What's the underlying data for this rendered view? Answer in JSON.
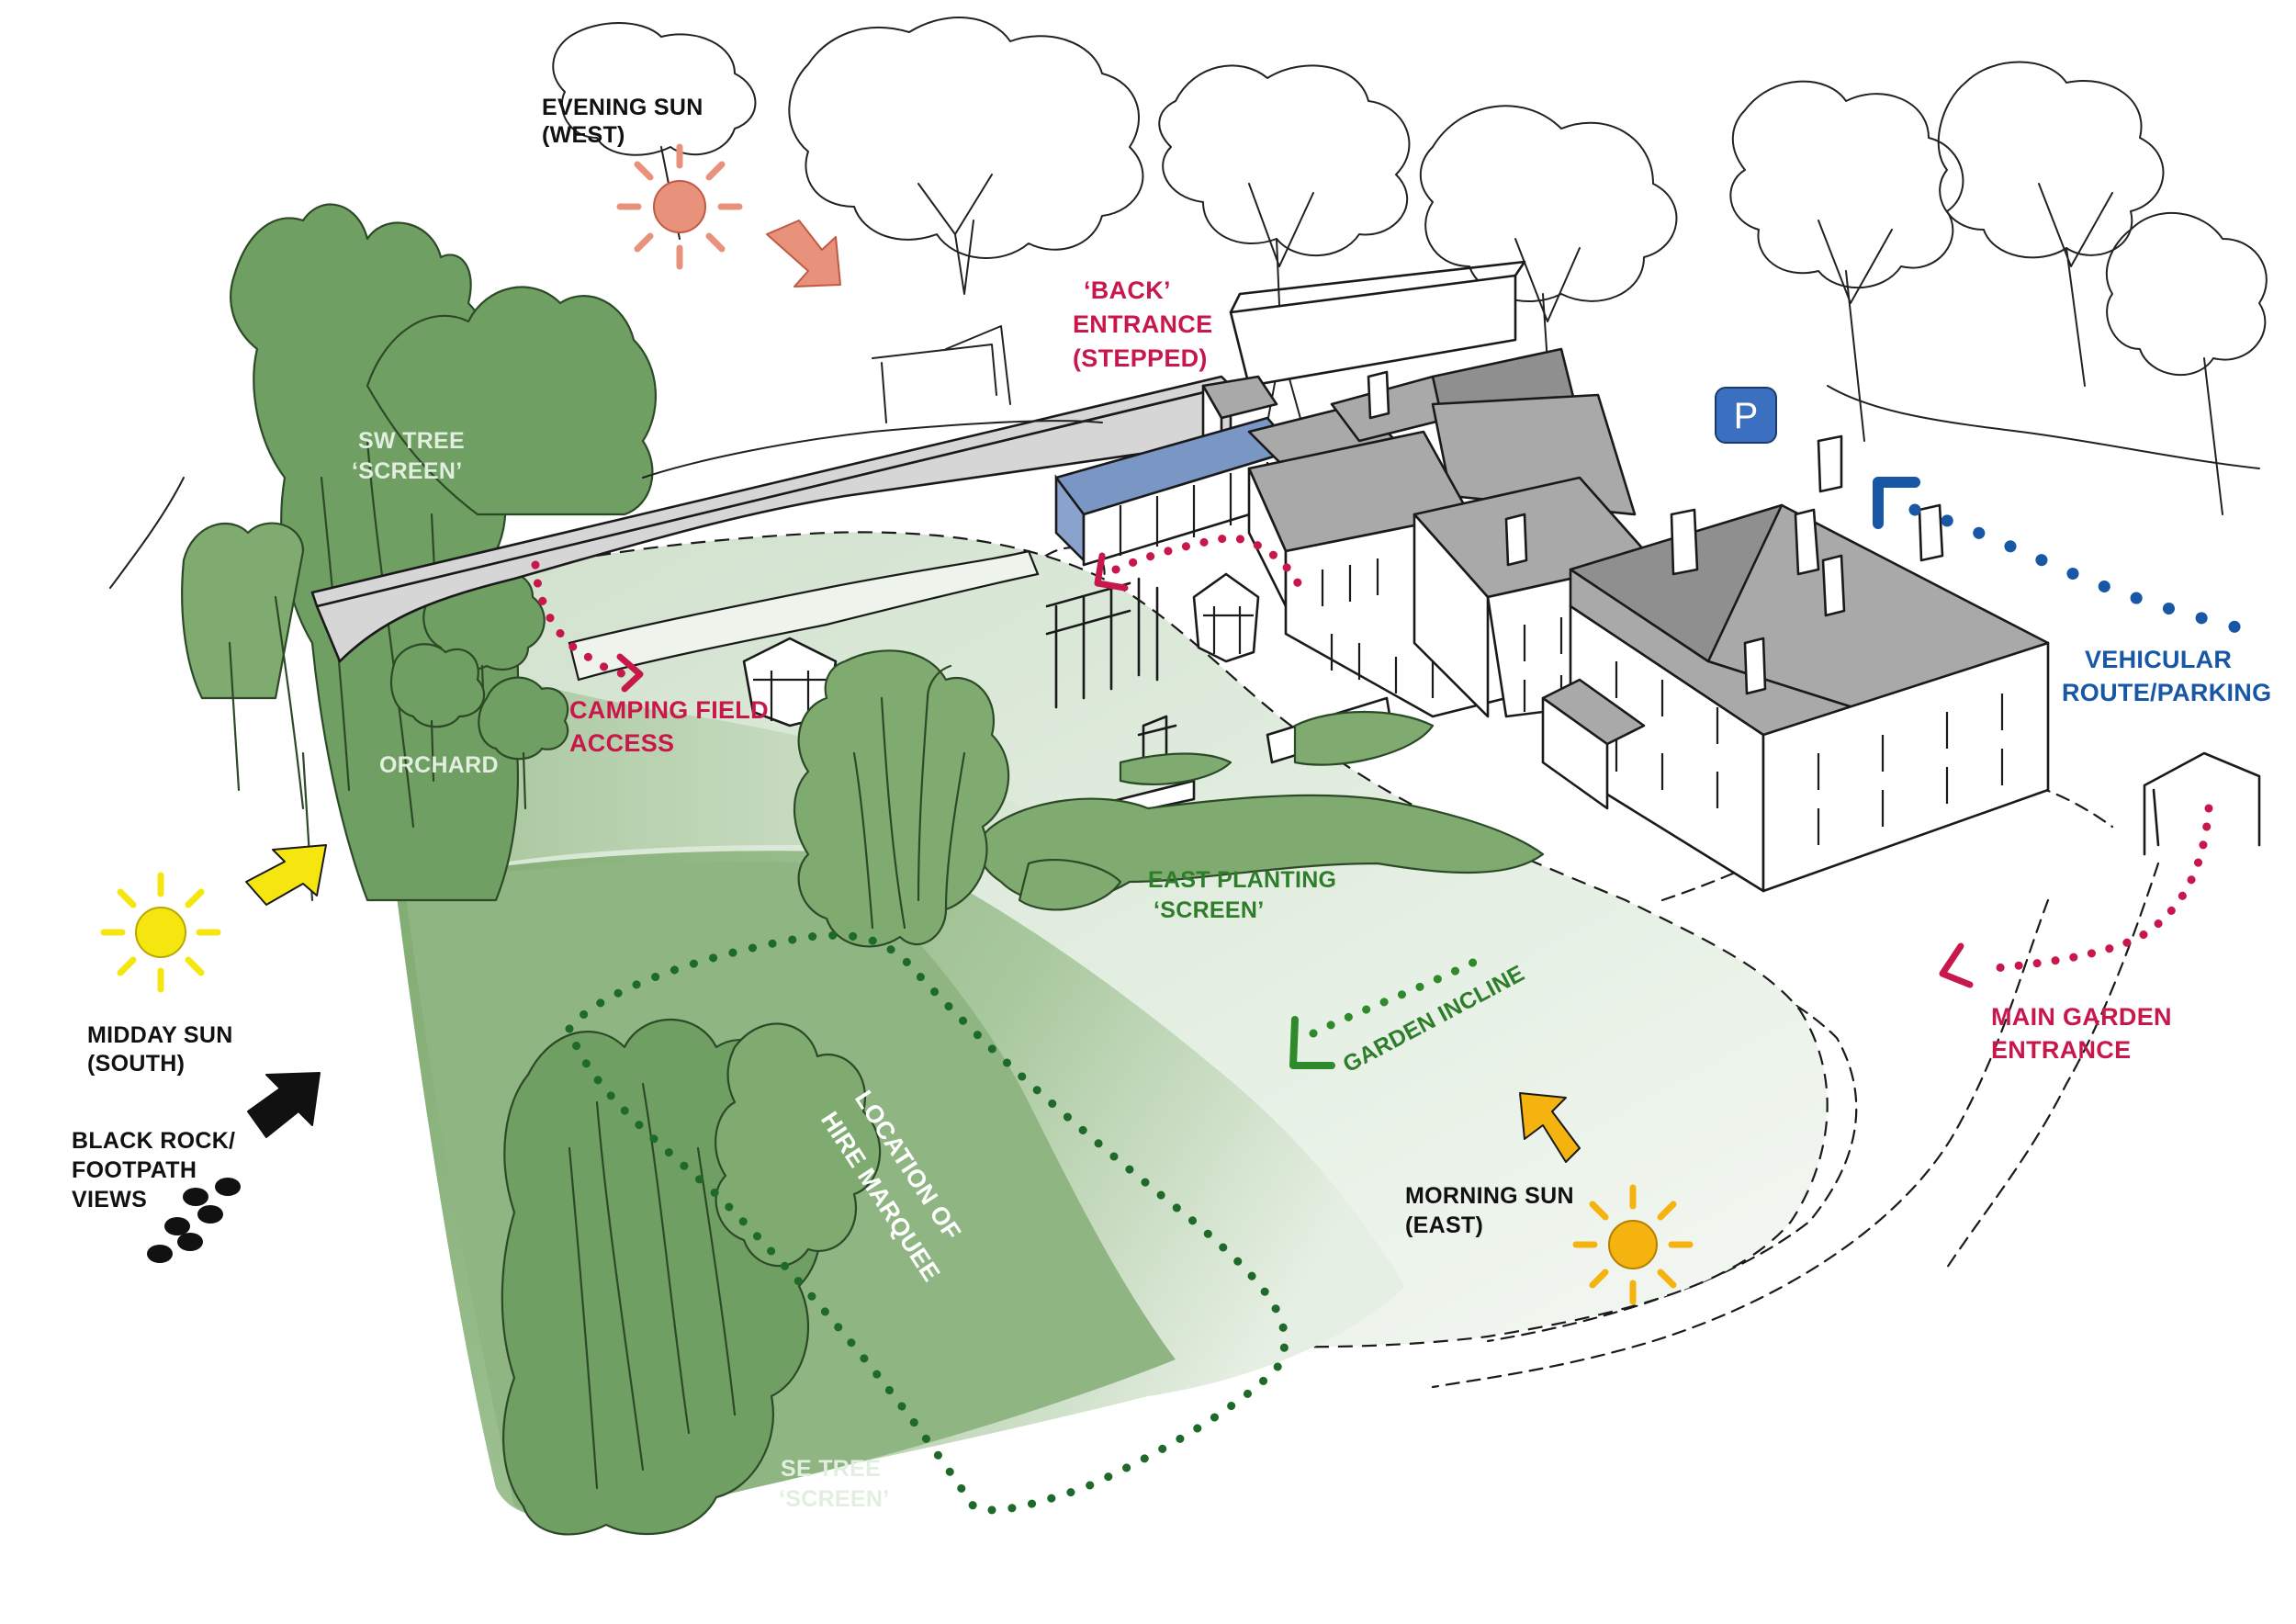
{
  "colors": {
    "pink_label": "#c8174a",
    "blue_label": "#1757a6",
    "green_label": "#2e7d2a",
    "pale_green_label": "#e2eee0",
    "sun_evening": "#e8917b",
    "sun_midday": "#f4e60e",
    "sun_morning": "#f4b30e",
    "grass_light": "#dde9da",
    "grass_mid": "#8fb583",
    "tree_green": "#6f9f62",
    "roof_grey": "#a9a9a9",
    "glasshouse_blue": "#7a96c4"
  },
  "icons": {
    "parking": "parking-sign-icon",
    "footprints": "footprints-icon",
    "sun": "sun-icon",
    "arrow": "direction-arrow-icon"
  },
  "labels": {
    "evening_sun": {
      "line1": "EVENING SUN",
      "line2": "(WEST)"
    },
    "back_entrance": {
      "line1": "‘BACK’",
      "line2": "ENTRANCE",
      "line3": "(STEPPED)"
    },
    "sw_tree": {
      "line1": "SW TREE",
      "line2": "‘SCREEN’"
    },
    "parking_sign": "P",
    "vehicular": {
      "line1": "VEHICULAR",
      "line2": "ROUTE/PARKING"
    },
    "camping": {
      "line1": "CAMPING FIELD",
      "line2": "ACCESS"
    },
    "orchard": "ORCHARD",
    "east_planting": {
      "line1": "EAST PLANTING",
      "line2": "‘SCREEN’"
    },
    "midday_sun": {
      "line1": "MIDDAY SUN",
      "line2": "(SOUTH)"
    },
    "garden_incline": "GARDEN INCLINE",
    "main_garden": {
      "line1": "MAIN GARDEN",
      "line2": "ENTRANCE"
    },
    "black_rock": {
      "line1": "BLACK ROCK/",
      "line2": "FOOTPATH",
      "line3": "VIEWS"
    },
    "marquee": {
      "line1": "LOCATION OF",
      "line2": "HIRE MARQUEE"
    },
    "morning_sun": {
      "line1": "MORNING SUN",
      "line2": "(EAST)"
    },
    "se_tree": {
      "line1": "SE TREE",
      "line2": "‘SCREEN’"
    }
  }
}
